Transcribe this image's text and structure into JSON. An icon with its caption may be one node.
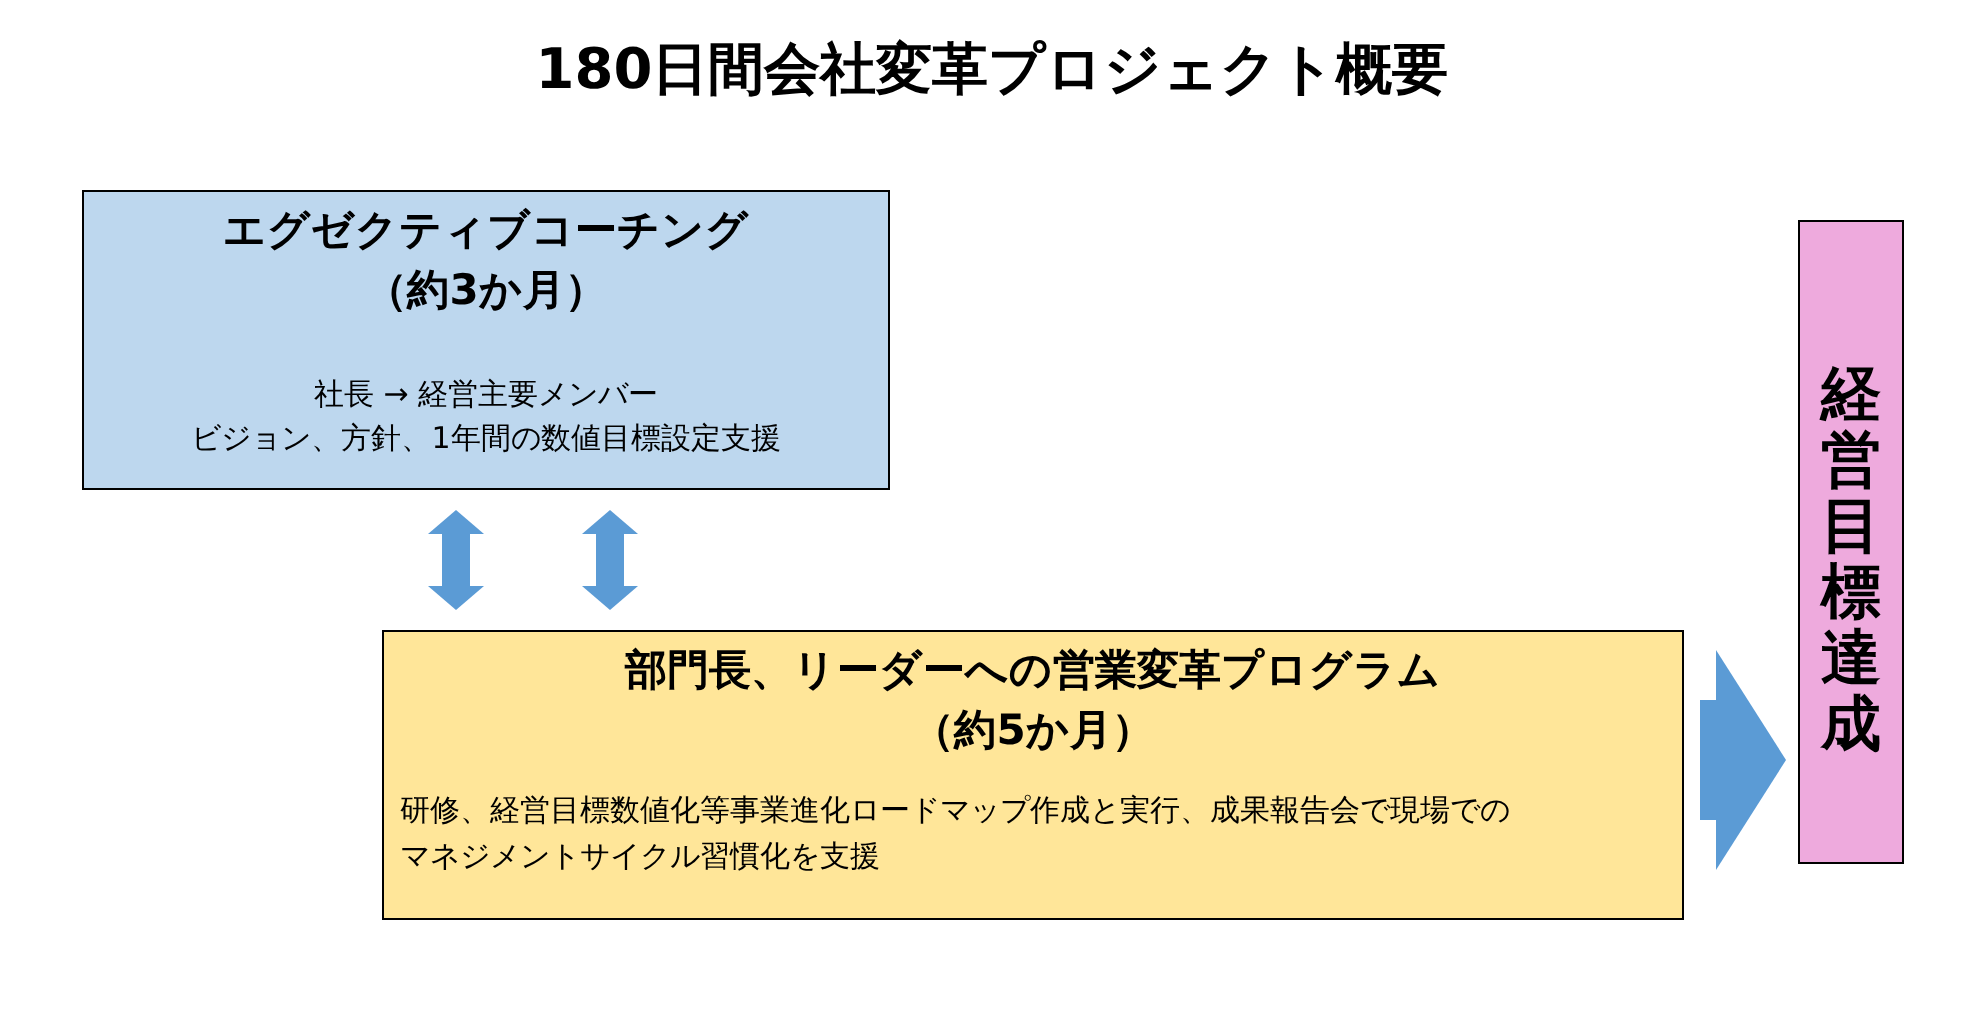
{
  "diagram": {
    "title": "180日間会社変革プロジェクト概要",
    "nodes": [
      {
        "text": [
          "エグゼクティブコーチング",
          "（約3か月）",
          "社長 → 経営主要メンバー",
          "ビジョン、方針、1年間の数値目標設定支援"
        ]
      },
      {
        "text": [
          "部門長、リーダーへの営業変革プログラム",
          "（約5か月）",
          "研修、経営目標数値化等事業進化ロードマップ作成と実行、成果報告会で現場でのマネジメントサイクル習慣化を支援"
        ]
      },
      {
        "text": [
          "経営目標達成"
        ]
      }
    ],
    "edges": [
      {
        "from": 0,
        "to": 1,
        "arrow": "both"
      },
      {
        "from": 0,
        "to": 1,
        "arrow": "both"
      },
      {
        "from": 1,
        "to": 2,
        "arrow": "to",
        "style": "thick"
      }
    ]
  }
}
